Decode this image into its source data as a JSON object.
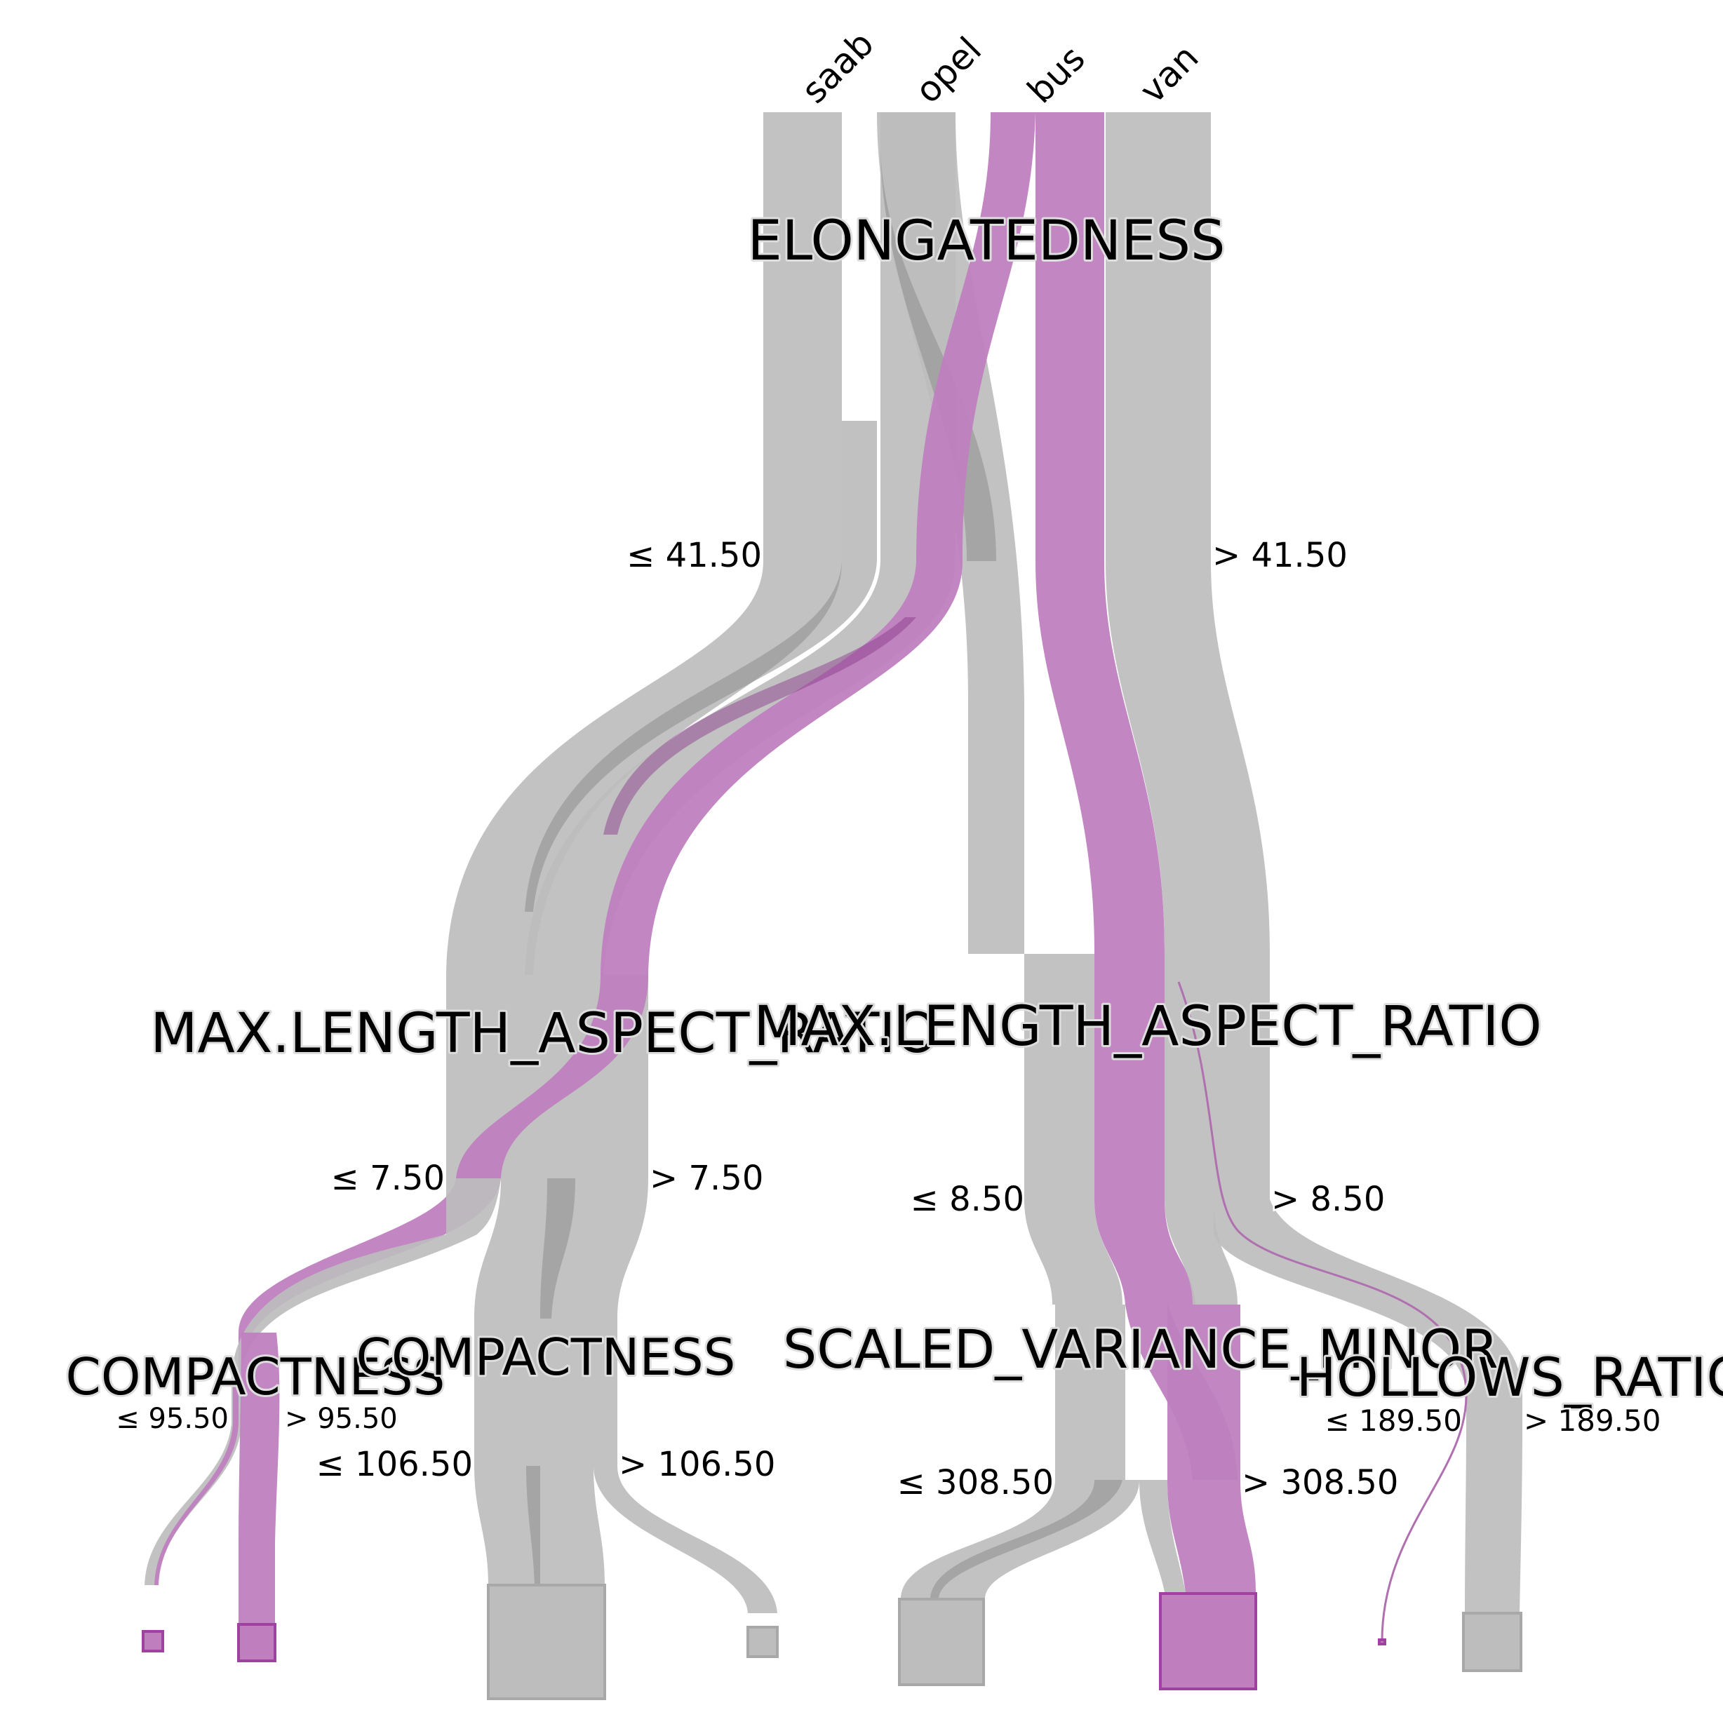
{
  "classes": [
    {
      "name": "saab",
      "color": "#bdbdbd"
    },
    {
      "name": "opel",
      "color": "#bdbdbd"
    },
    {
      "name": "bus",
      "color": "#bf7fbf"
    },
    {
      "name": "van",
      "color": "#bdbdbd"
    }
  ],
  "highlight_color": "#bf7fbf",
  "base_color": "#bdbdbd",
  "nodes": {
    "root": {
      "feature": "ELONGATEDNESS",
      "left": "≤ 41.50",
      "right": "> 41.50"
    },
    "l": {
      "feature": "MAX.LENGTH_ASPECT_RATIO",
      "left": "≤ 7.50",
      "right": "> 7.50"
    },
    "r": {
      "feature": "MAX.LENGTH_ASPECT_RATIO",
      "left": "≤ 8.50",
      "right": "> 8.50"
    },
    "ll": {
      "feature": "COMPACTNESS",
      "left": "≤ 95.50",
      "right": "> 95.50"
    },
    "lr": {
      "feature": "COMPACTNESS",
      "left": "≤ 106.50",
      "right": "> 106.50"
    },
    "rl": {
      "feature": "SCALED_VARIANCE_MINOR",
      "left": "≤ 308.50",
      "right": "> 308.50"
    },
    "rr": {
      "feature": "HOLLOWS_RATIO",
      "left": "≤ 189.50",
      "right": "> 189.50"
    }
  }
}
